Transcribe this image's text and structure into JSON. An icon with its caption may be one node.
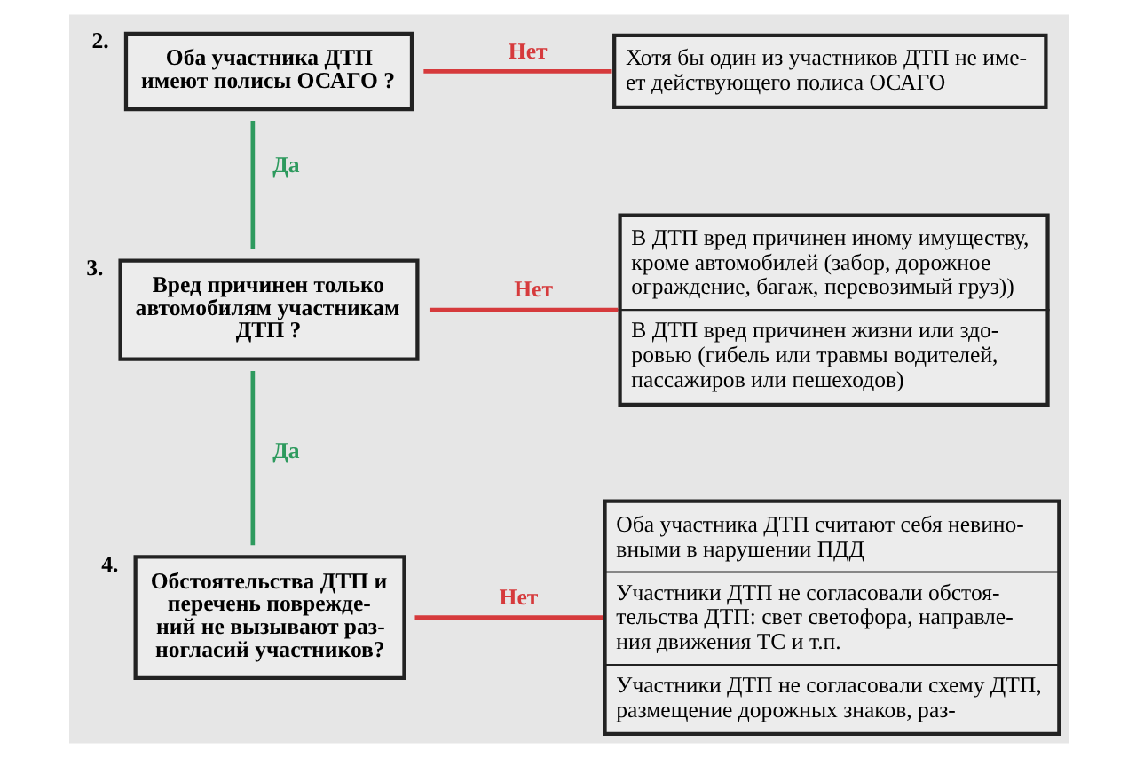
{
  "diagram": {
    "nodes": [
      {
        "text": [
          "Оба участника ДТП имеют полисы ОСАГО ?"
        ],
        "beside": [
          "2."
        ]
      },
      {
        "text": [
          "Хотя бы один из участников ДТП не име- ет действующего полиса ОСАГО"
        ]
      },
      {
        "text": [
          "Вред причинен только автомобилям участникам ДТП ?"
        ],
        "beside": [
          "3."
        ]
      },
      {
        "text": [
          "В ДТП вред причинен иному имуществу, кроме автомобилей (забор, дорожное ограждение, багаж, перевозимый груз))",
          "В ДТП вред причинен жизни или здо- ровью (гибель или травмы водителей, пассажиров или пешеходов)"
        ]
      },
      {
        "text": [
          "Обстоятельства ДТП и перечень поврежде- ний не вызывают раз- ногласий участников?"
        ],
        "beside": [
          "4."
        ]
      },
      {
        "text": [
          "Оба участника ДТП считают себя невино- вными в нарушении ПДД",
          "Участники ДТП не согласовали обстоя- тельства ДТП: свет светофора, направле- ния движения ТС и т.п.",
          "Участники ДТП не согласовали схему ДТП, размещение дорожных знаков, раз-"
        ]
      }
    ],
    "edges": [
      {
        "from": 0,
        "to": 1,
        "arrow": "none",
        "label": "Нет",
        "color": "#d63a3c"
      },
      {
        "from": 0,
        "to": 2,
        "arrow": "none",
        "label": "Да",
        "color": "#2e9a5e"
      },
      {
        "from": 2,
        "to": 3,
        "arrow": "none",
        "label": "Нет",
        "color": "#d63a3c"
      },
      {
        "from": 2,
        "to": 4,
        "arrow": "none",
        "label": "Да",
        "color": "#2e9a5e"
      },
      {
        "from": 4,
        "to": 5,
        "arrow": "none",
        "label": "Нет",
        "color": "#d63a3c"
      }
    ]
  }
}
